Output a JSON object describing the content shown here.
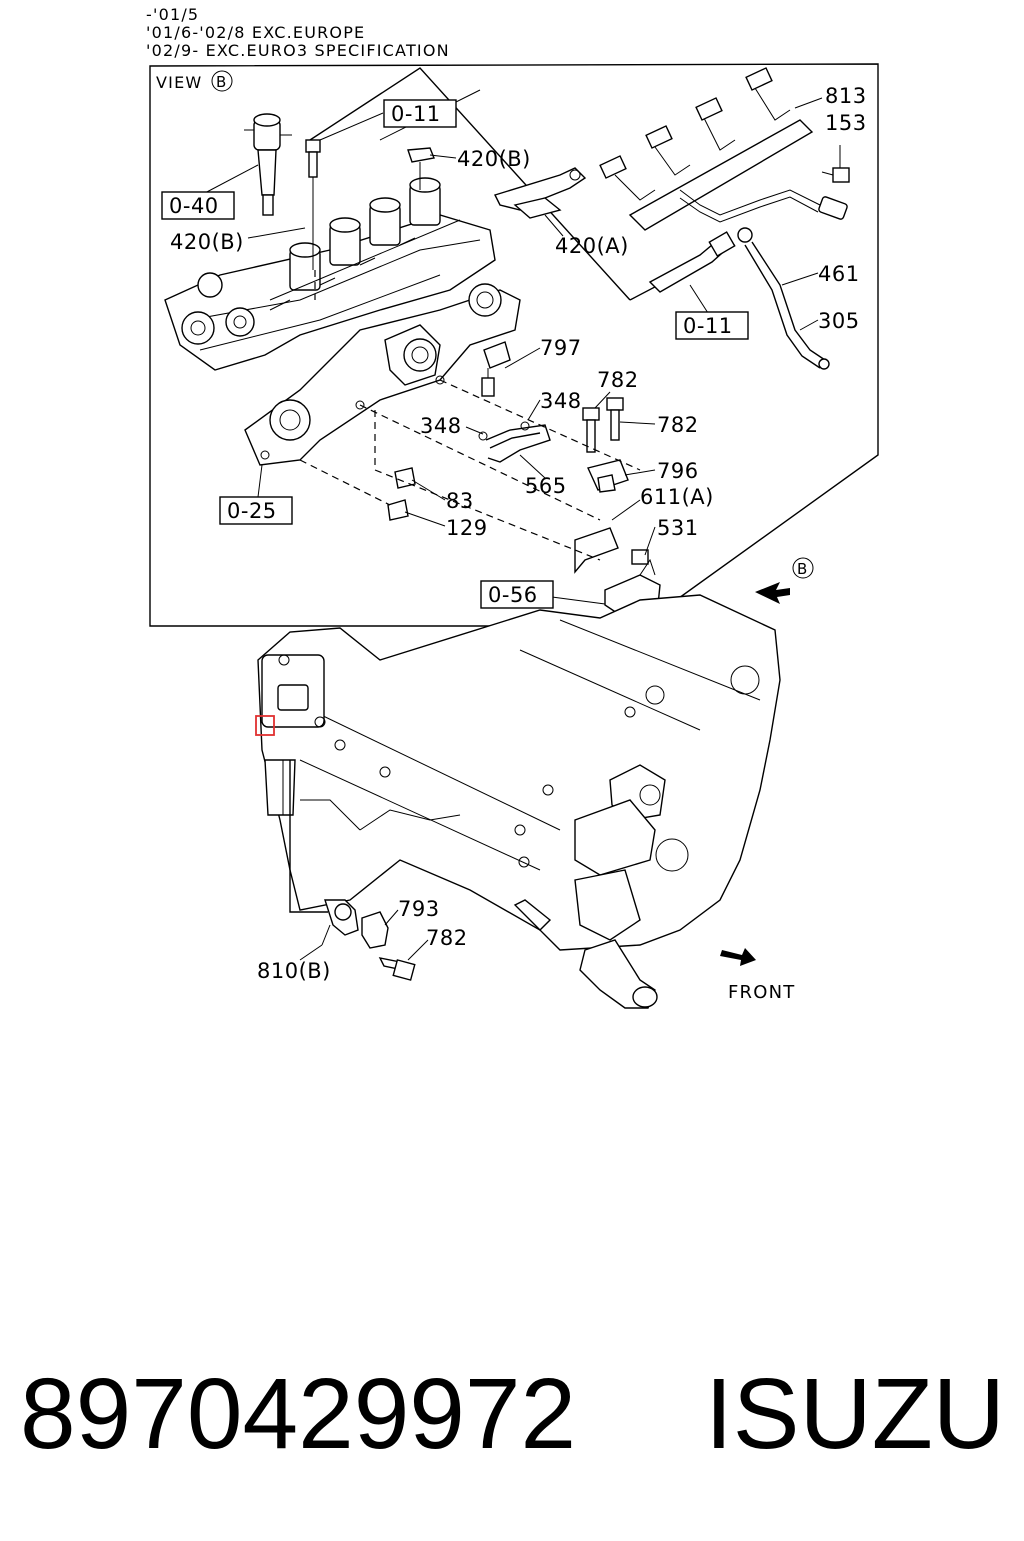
{
  "header": {
    "line1": "-'01/5",
    "line2": "'01/6-'02/8 EXC.EUROPE",
    "line3": "'02/9- EXC.EURO3 SPECIFICATION"
  },
  "view_label": "VIEW",
  "view_symbol": "B",
  "view_arrow_symbol": "B",
  "callouts": {
    "c0_11_top": "0-11",
    "c0_40": "0-40",
    "c0_11_right": "0-11",
    "c0_25": "0-25",
    "c0_56": "0-56"
  },
  "parts": {
    "p813": "813",
    "p153": "153",
    "p420b_top": "420(B)",
    "p420b_left": "420(B)",
    "p420a": "420(A)",
    "p461": "461",
    "p305": "305",
    "p797": "797",
    "p782_a": "782",
    "p782_b": "782",
    "p348_a": "348",
    "p348_b": "348",
    "p796": "796",
    "p565": "565",
    "p611a": "611(A)",
    "p83": "83",
    "p129": "129",
    "p531": "531",
    "p793": "793",
    "p782_c": "782",
    "p810b": "810(B)"
  },
  "front_label": "FRONT",
  "footer": {
    "part_number": "8970429972",
    "brand": "ISUZU"
  },
  "colors": {
    "line": "#000000",
    "highlight": "#e03030",
    "background": "#ffffff"
  }
}
